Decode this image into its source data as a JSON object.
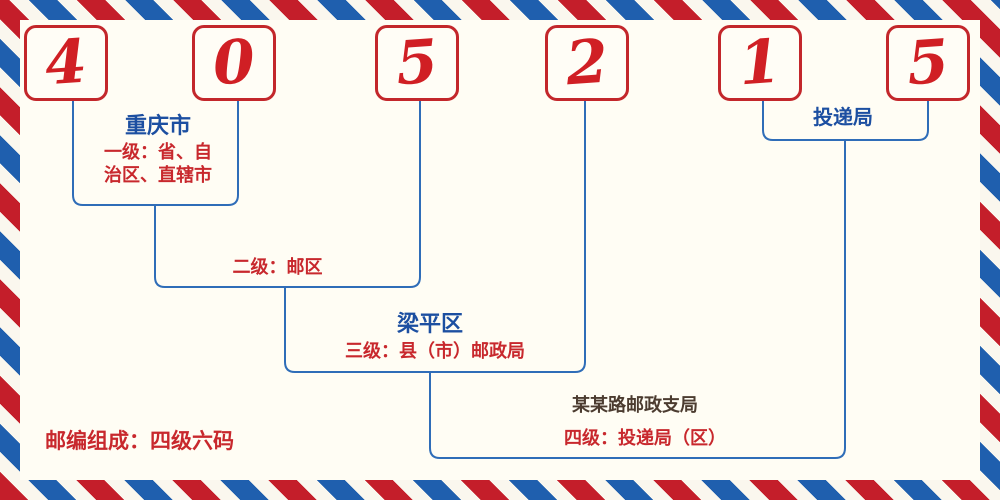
{
  "postal_code": {
    "digits": [
      "4",
      "0",
      "5",
      "2",
      "1",
      "5"
    ]
  },
  "labels": {
    "level1_name": "重庆市",
    "level1_desc": "一级：省、自\n治区、直辖市",
    "level2_desc": "二级：邮区",
    "level3_name": "梁平区",
    "level3_desc": "三级：县（市）邮政局",
    "level4_name": "某某路邮政支局",
    "level4_desc": "四级：投递局（区）",
    "delivery_office": "投递局",
    "footer_note": "邮编组成：四级六码"
  },
  "colors": {
    "digit_red": "#d01f24",
    "box_border_red": "#c3272b",
    "line_blue": "#2f6db8",
    "name_blue": "#1c4fa1",
    "desc_red": "#c8282d",
    "branch_dark": "#4c3c30",
    "stripe_red": "#c41e2a",
    "stripe_blue": "#1f5fae",
    "background_cream": "#fffdf4"
  }
}
